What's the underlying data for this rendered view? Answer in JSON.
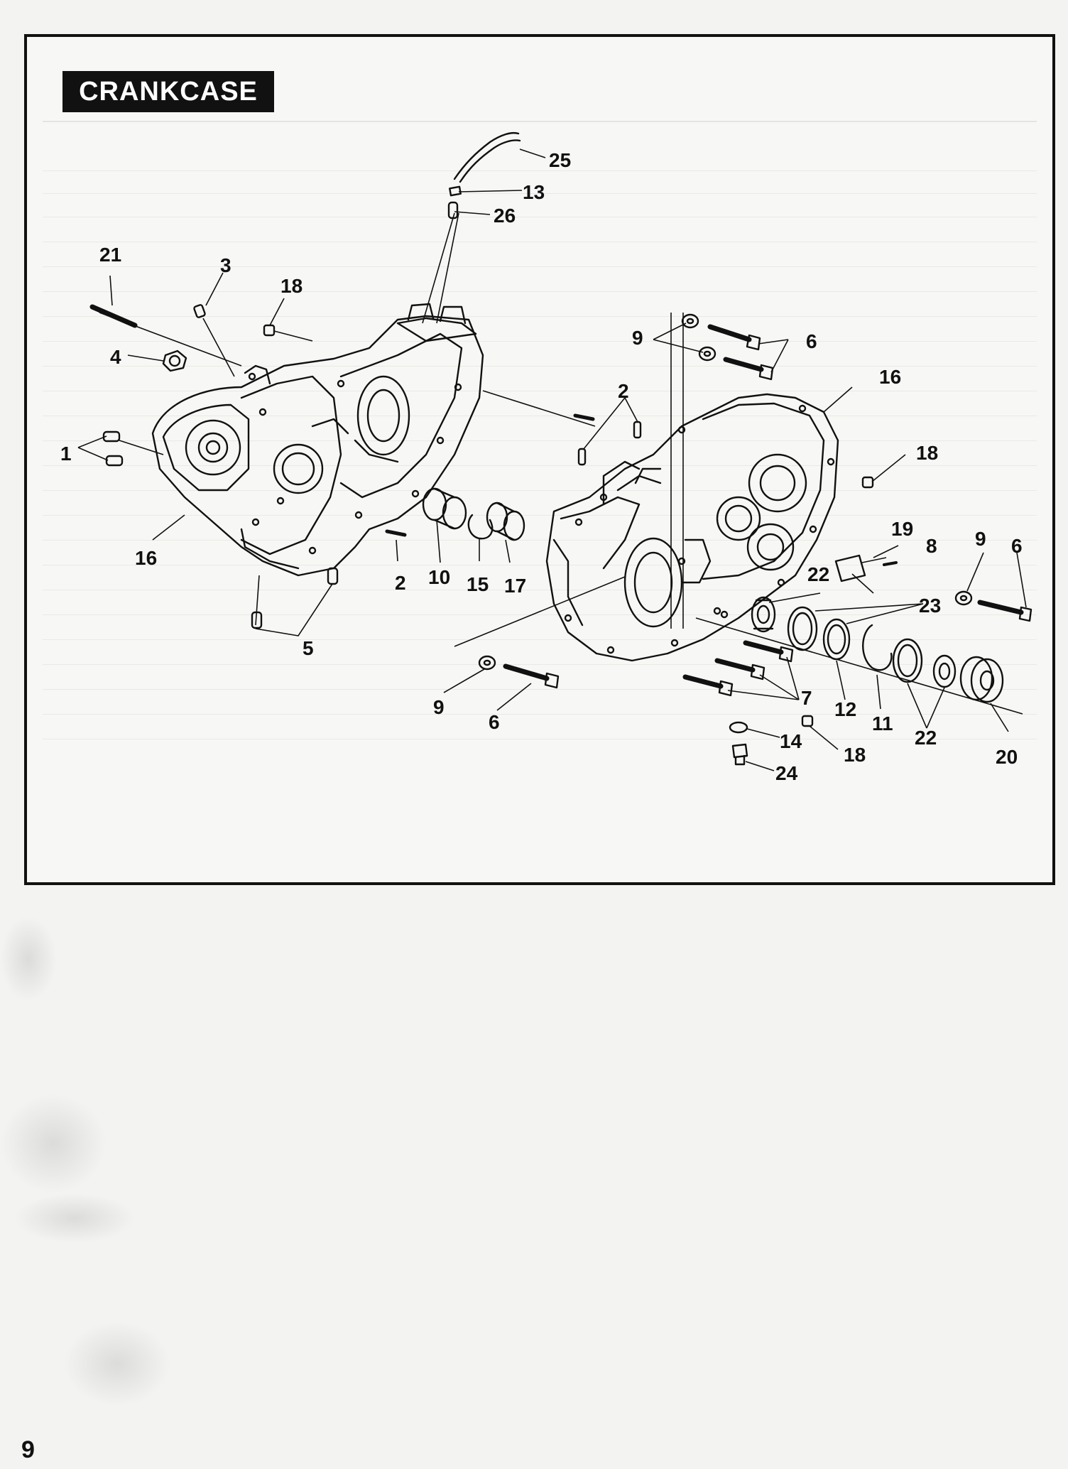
{
  "page": {
    "title": "CRANKCASE",
    "page_number": "9"
  },
  "callouts": [
    {
      "id": "c25a",
      "label": "25"
    },
    {
      "id": "c13",
      "label": "13"
    },
    {
      "id": "c26",
      "label": "26"
    },
    {
      "id": "c21",
      "label": "21"
    },
    {
      "id": "c3",
      "label": "3"
    },
    {
      "id": "c18a",
      "label": "18"
    },
    {
      "id": "c4",
      "label": "4"
    },
    {
      "id": "c1",
      "label": "1"
    },
    {
      "id": "c16a",
      "label": "16"
    },
    {
      "id": "c2a",
      "label": "2"
    },
    {
      "id": "c5",
      "label": "5"
    },
    {
      "id": "c10",
      "label": "10"
    },
    {
      "id": "c15",
      "label": "15"
    },
    {
      "id": "c17",
      "label": "17"
    },
    {
      "id": "c2b",
      "label": "2"
    },
    {
      "id": "c9a",
      "label": "9"
    },
    {
      "id": "c6a",
      "label": "6"
    },
    {
      "id": "c16b",
      "label": "16"
    },
    {
      "id": "c18b",
      "label": "18"
    },
    {
      "id": "c19",
      "label": "19"
    },
    {
      "id": "c8",
      "label": "8"
    },
    {
      "id": "c9b",
      "label": "9"
    },
    {
      "id": "c6b",
      "label": "6"
    },
    {
      "id": "c22a",
      "label": "22"
    },
    {
      "id": "c23",
      "label": "23"
    },
    {
      "id": "c12",
      "label": "12"
    },
    {
      "id": "c11",
      "label": "11"
    },
    {
      "id": "c22b",
      "label": "22"
    },
    {
      "id": "c20",
      "label": "20"
    },
    {
      "id": "c9c",
      "label": "9"
    },
    {
      "id": "c6c",
      "label": "6"
    },
    {
      "id": "c7",
      "label": "7"
    },
    {
      "id": "c14",
      "label": "14"
    },
    {
      "id": "c18c",
      "label": "18"
    },
    {
      "id": "c24",
      "label": "24"
    }
  ]
}
